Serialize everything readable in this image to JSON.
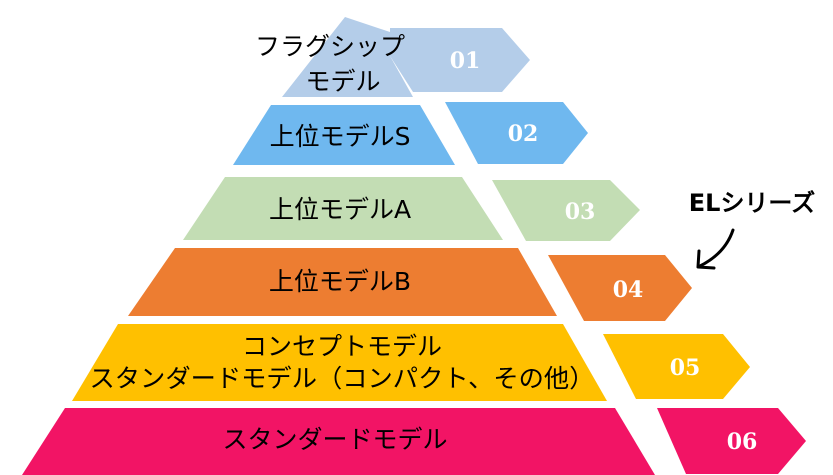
{
  "tiers": [
    {
      "label_lines": [
        "フラグシップ",
        "モデル"
      ],
      "number": "01",
      "color": "#b4cde9"
    },
    {
      "label_lines": [
        "上位モデルS"
      ],
      "number": "02",
      "color": "#6fb8ef"
    },
    {
      "label_lines": [
        "上位モデルA"
      ],
      "number": "03",
      "color": "#c3ddb4"
    },
    {
      "label_lines": [
        "上位モデルB"
      ],
      "number": "04",
      "color": "#ed7d31"
    },
    {
      "label_lines": [
        "コンセプトモデル",
        "スタンダードモデル（コンパクト、その他）"
      ],
      "number": "05",
      "color": "#ffc000"
    },
    {
      "label_lines": [
        "スタンダードモデル"
      ],
      "number": "06",
      "color": "#f21465"
    }
  ],
  "annotation": {
    "label": "ELシリーズ",
    "points_to": "04"
  }
}
